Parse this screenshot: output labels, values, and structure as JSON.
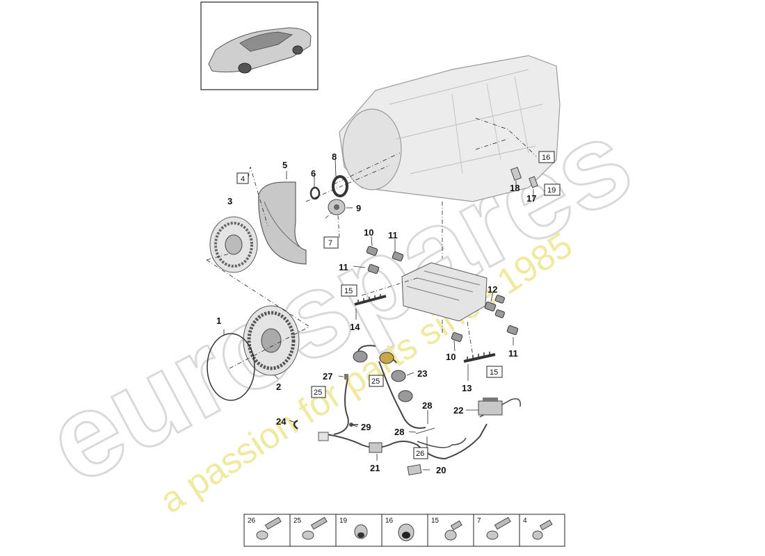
{
  "watermark": {
    "brand": "eurospares",
    "tagline": "a passion for parts since 1985"
  },
  "callouts": [
    {
      "id": "c1",
      "text": "1"
    },
    {
      "id": "c2",
      "text": "2"
    },
    {
      "id": "c3",
      "text": "3"
    },
    {
      "id": "c5",
      "text": "5"
    },
    {
      "id": "c6",
      "text": "6"
    },
    {
      "id": "c8",
      "text": "8"
    },
    {
      "id": "c9",
      "text": "9"
    },
    {
      "id": "c10a",
      "text": "10"
    },
    {
      "id": "c10b",
      "text": "10"
    },
    {
      "id": "c11a",
      "text": "11"
    },
    {
      "id": "c11b",
      "text": "11"
    },
    {
      "id": "c11c",
      "text": "11"
    },
    {
      "id": "c12",
      "text": "12"
    },
    {
      "id": "c13",
      "text": "13"
    },
    {
      "id": "c14",
      "text": "14"
    },
    {
      "id": "c17",
      "text": "17"
    },
    {
      "id": "c18",
      "text": "18"
    },
    {
      "id": "c20",
      "text": "20"
    },
    {
      "id": "c21",
      "text": "21"
    },
    {
      "id": "c22",
      "text": "22"
    },
    {
      "id": "c23",
      "text": "23"
    },
    {
      "id": "c24",
      "text": "24"
    },
    {
      "id": "c27",
      "text": "27"
    },
    {
      "id": "c28a",
      "text": "28"
    },
    {
      "id": "c28b",
      "text": "28"
    },
    {
      "id": "c29",
      "text": "29"
    }
  ],
  "boxed_refs": [
    {
      "id": "b4",
      "text": "4"
    },
    {
      "id": "b7",
      "text": "7"
    },
    {
      "id": "b15a",
      "text": "15"
    },
    {
      "id": "b15b",
      "text": "15"
    },
    {
      "id": "b16",
      "text": "16"
    },
    {
      "id": "b19",
      "text": "19"
    },
    {
      "id": "b25a",
      "text": "25"
    },
    {
      "id": "b25b",
      "text": "25"
    },
    {
      "id": "b26",
      "text": "26"
    }
  ],
  "bolt_legend": [
    {
      "number": "26"
    },
    {
      "number": "25"
    },
    {
      "number": "19"
    },
    {
      "number": "16"
    },
    {
      "number": "15"
    },
    {
      "number": "7"
    },
    {
      "number": "4"
    }
  ]
}
